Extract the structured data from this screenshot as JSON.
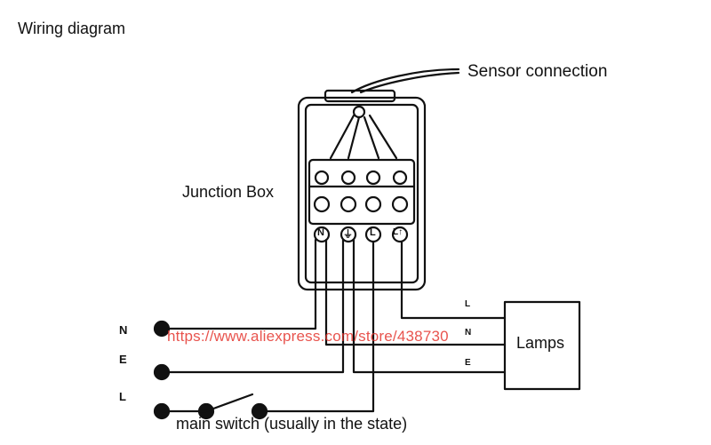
{
  "title": "Wiring diagram",
  "labels": {
    "sensor_connection": "Sensor connection",
    "junction_box": "Junction Box",
    "lamps": "Lamps",
    "main_switch": "main switch (usually in the state)",
    "watermark": "https://www.aliexpress.com/store/438730"
  },
  "terminals": {
    "left": [
      "N",
      "E",
      "L"
    ],
    "box": [
      "N",
      "⏚",
      "L",
      "L↑"
    ],
    "lamp_side": [
      "L",
      "N",
      "E"
    ]
  },
  "colors": {
    "line": "#111111",
    "watermark": "#e4362f"
  }
}
